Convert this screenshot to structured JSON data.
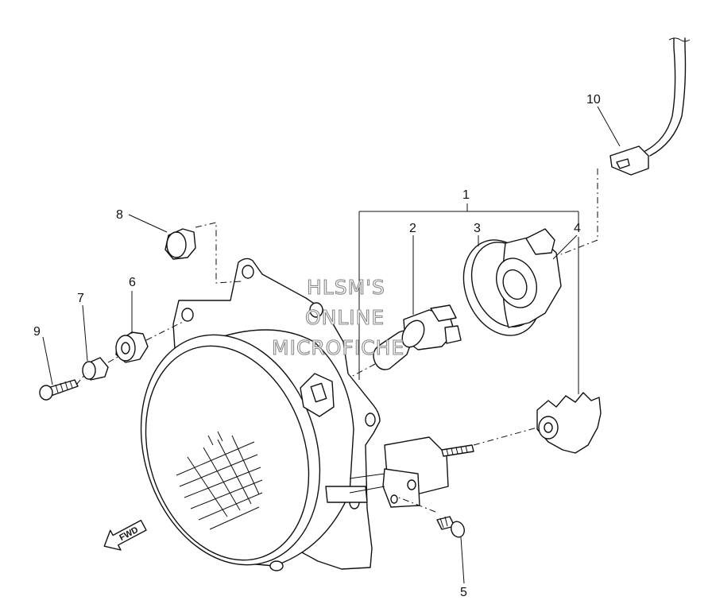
{
  "callouts": [
    {
      "id": "1",
      "label": "1"
    },
    {
      "id": "2",
      "label": "2"
    },
    {
      "id": "3",
      "label": "3"
    },
    {
      "id": "4",
      "label": "4"
    },
    {
      "id": "5",
      "label": "5"
    },
    {
      "id": "6",
      "label": "6"
    },
    {
      "id": "7",
      "label": "7"
    },
    {
      "id": "8",
      "label": "8"
    },
    {
      "id": "9",
      "label": "9"
    },
    {
      "id": "10",
      "label": "10"
    }
  ],
  "watermark": {
    "line1": "HLSM'S",
    "line2": "ONLINE",
    "line3": "MICROFICHE"
  },
  "direction_arrow": {
    "label": "FWD"
  },
  "colors": {
    "ink": "#111111",
    "watermark_outline": "#8a8a8a",
    "background": "#ffffff"
  }
}
